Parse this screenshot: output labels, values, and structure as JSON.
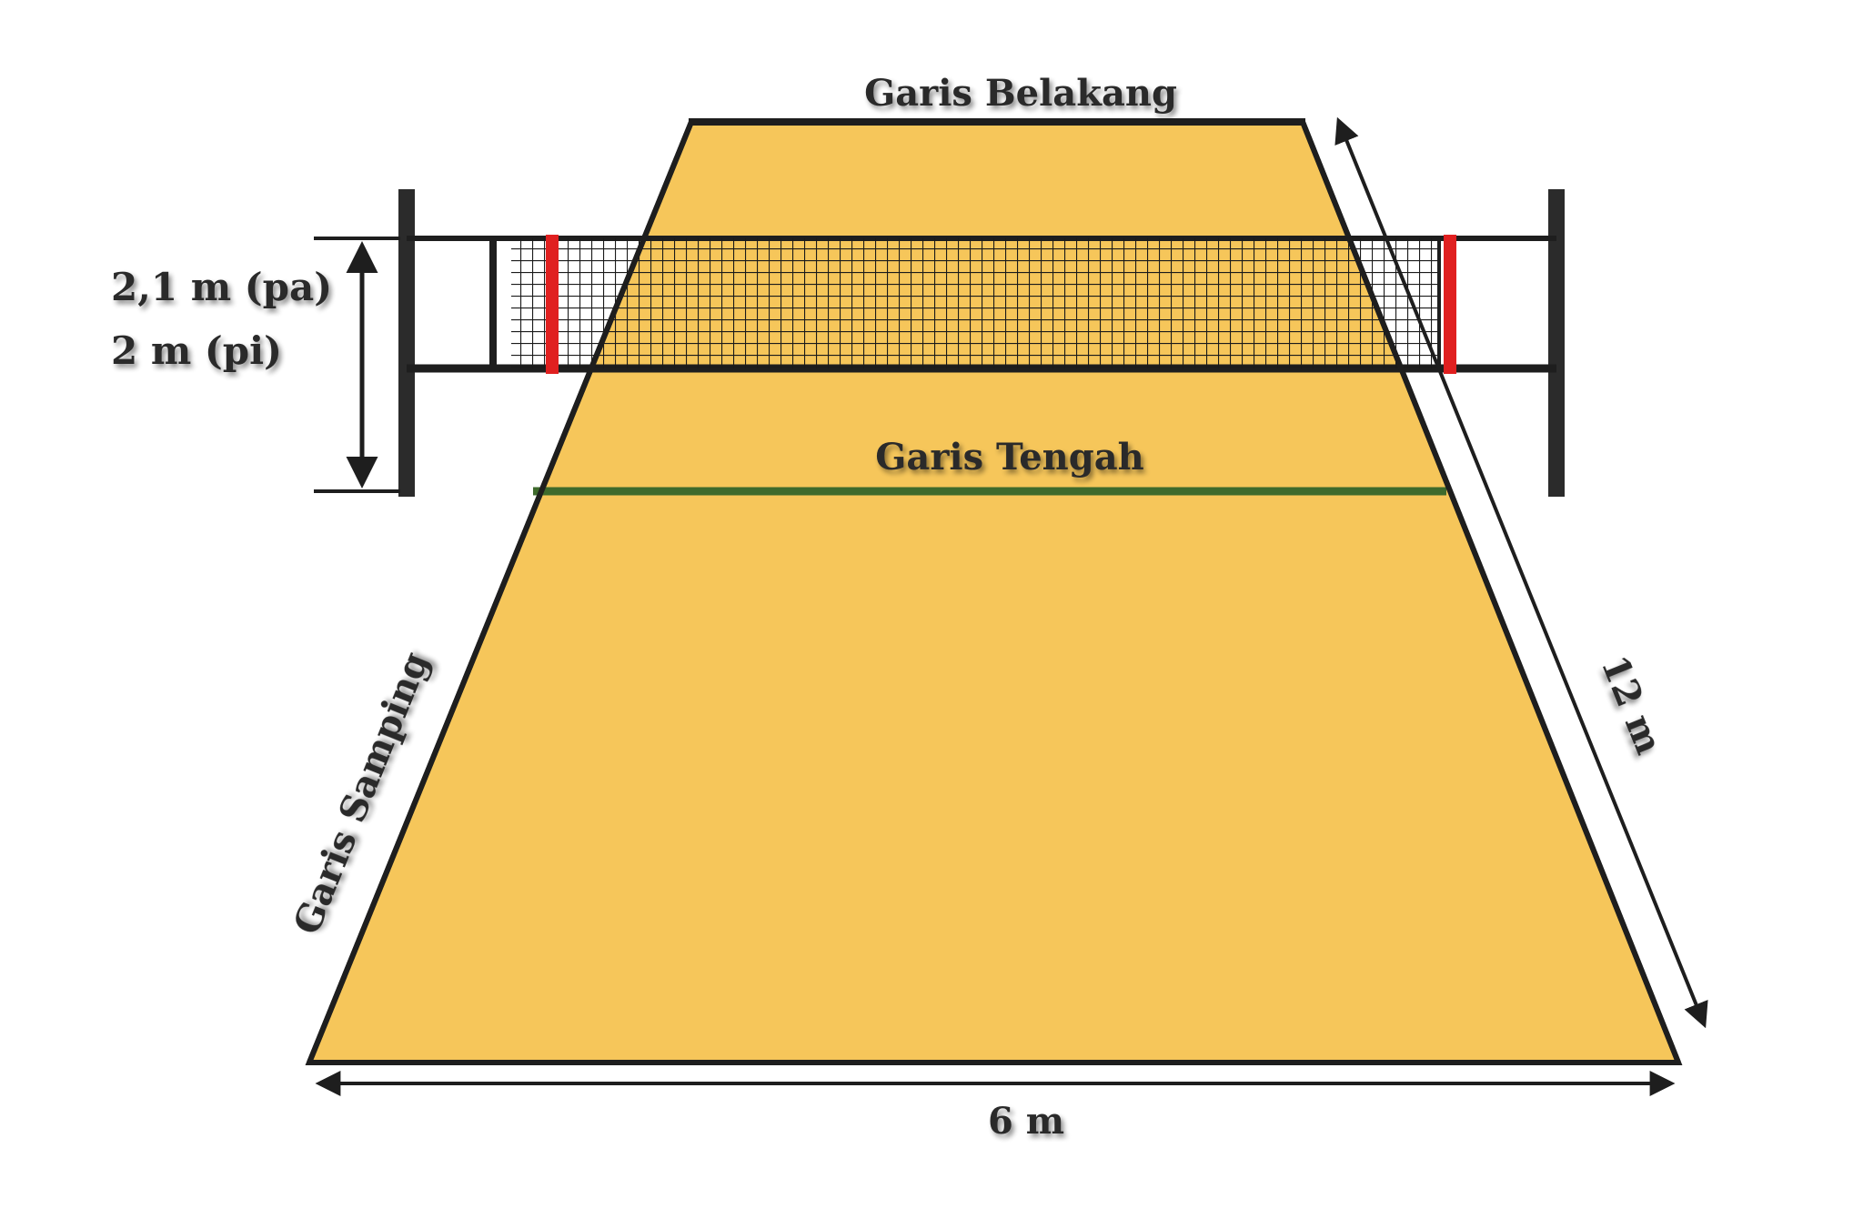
{
  "labels": {
    "back_line": "Garis Belakang",
    "center_line": "Garis Tengah",
    "side_line": "Garis Samping",
    "net_height_men": "2,1 m (pa)",
    "net_height_women": "2 m  (pi)",
    "court_length": "12 m",
    "court_width": "6 m"
  },
  "colors": {
    "court_fill": "#f6c65a",
    "court_line": "#1e1e1e",
    "center_line": "#3e6a2c",
    "net_antenna": "#e02020",
    "net_mesh": "#1a1a1a",
    "post": "#2b2b2b"
  }
}
